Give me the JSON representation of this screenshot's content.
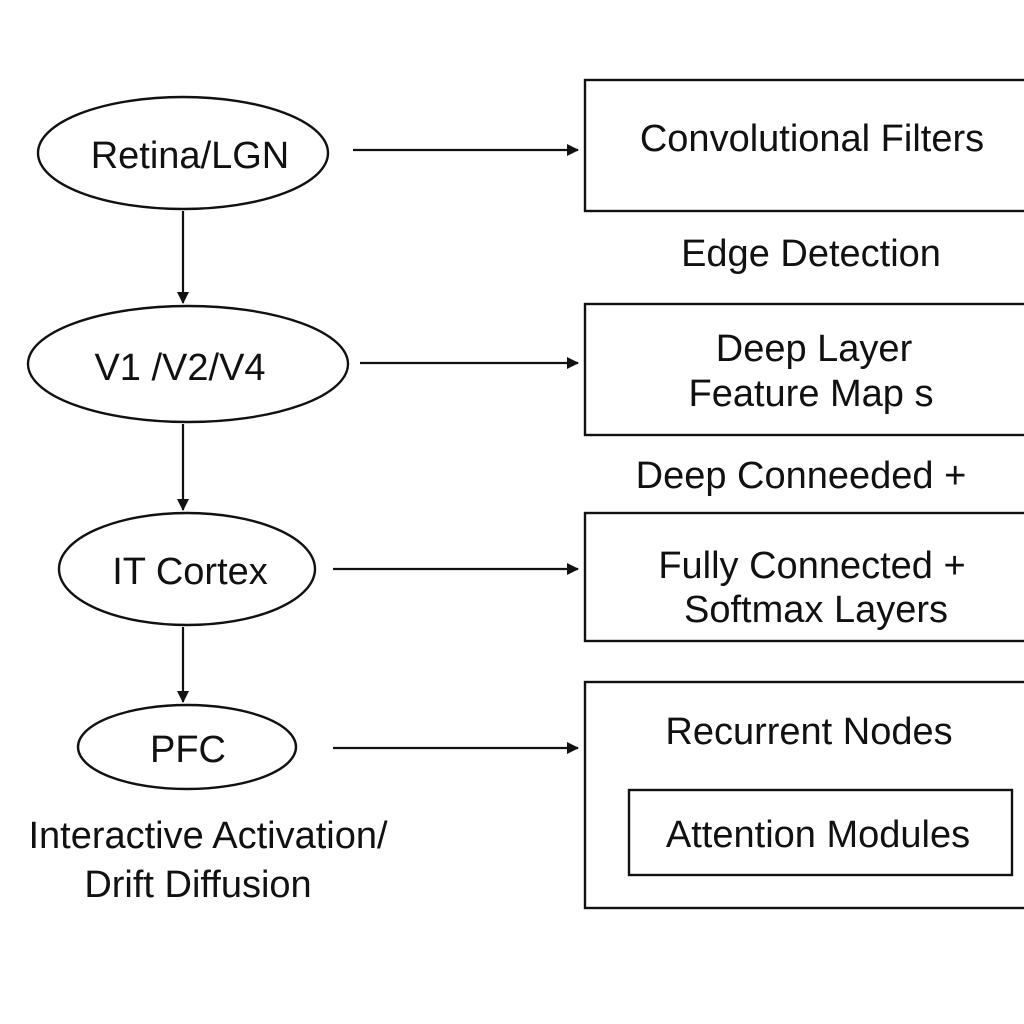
{
  "brain_column": {
    "retina": "Retina/LGN",
    "visual_cortex": "V1 /V2/V4",
    "it_cortex": "IT Cortex",
    "pfc": "PFC",
    "pfc_caption_line1": "Interactive Activation/",
    "pfc_caption_line2": "Drift Diffusion"
  },
  "model_column": {
    "conv_filters": "Convolutional Filters",
    "edge_detection": "Edge Detection",
    "deep_layer_line1": "Deep Layer",
    "deep_layer_line2": "Feature Map s",
    "deep_connected": "Deep Conneeded +",
    "fully_connected_line1": "Fully Connected +",
    "fully_connected_line2": "Softmax Layers",
    "recurrent_nodes": "Recurrent Nodes",
    "attention_modules": "Attention Modules"
  },
  "colors": {
    "stroke": "#111111",
    "background": "#ffffff"
  }
}
